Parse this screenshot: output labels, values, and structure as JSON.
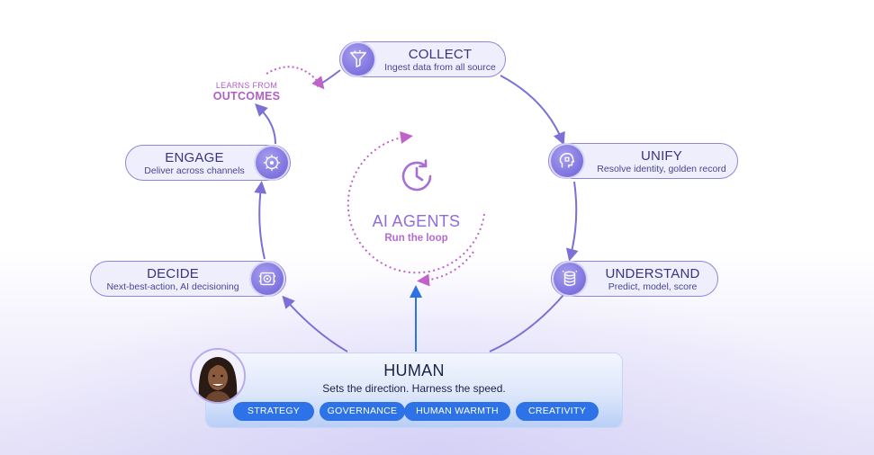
{
  "collect": {
    "title": "COLLECT",
    "subtitle": "Ingest data from all source",
    "icon": "funnel-icon"
  },
  "unify": {
    "title": "UNIFY",
    "subtitle": "Resolve identity, golden record",
    "icon": "profile-puzzle-icon"
  },
  "understand": {
    "title": "UNDERSTAND",
    "subtitle": "Predict, model, score",
    "icon": "database-icon"
  },
  "decide": {
    "title": "DECIDE",
    "subtitle": "Next-best-action, AI decisioning",
    "icon": "target-icon"
  },
  "engage": {
    "title": "ENGAGE",
    "subtitle": "Deliver across channels",
    "icon": "hub-icon"
  },
  "learns": {
    "line1": "LEARNS FROM",
    "line2": "OUTCOMES"
  },
  "center": {
    "title": "AI AGENTS",
    "subtitle": "Run the loop",
    "icon": "clock-refresh-icon"
  },
  "human": {
    "title": "HUMAN",
    "subtitle": "Sets the direction. Harness the speed.",
    "tags": [
      "STRATEGY",
      "GOVERNANCE",
      "HUMAN WARMTH",
      "CREATIVITY"
    ]
  },
  "colors": {
    "accent": "#7a6fdc",
    "pill": "#2d72e6",
    "learn": "#b05ec8",
    "center": "#8f6be0"
  }
}
